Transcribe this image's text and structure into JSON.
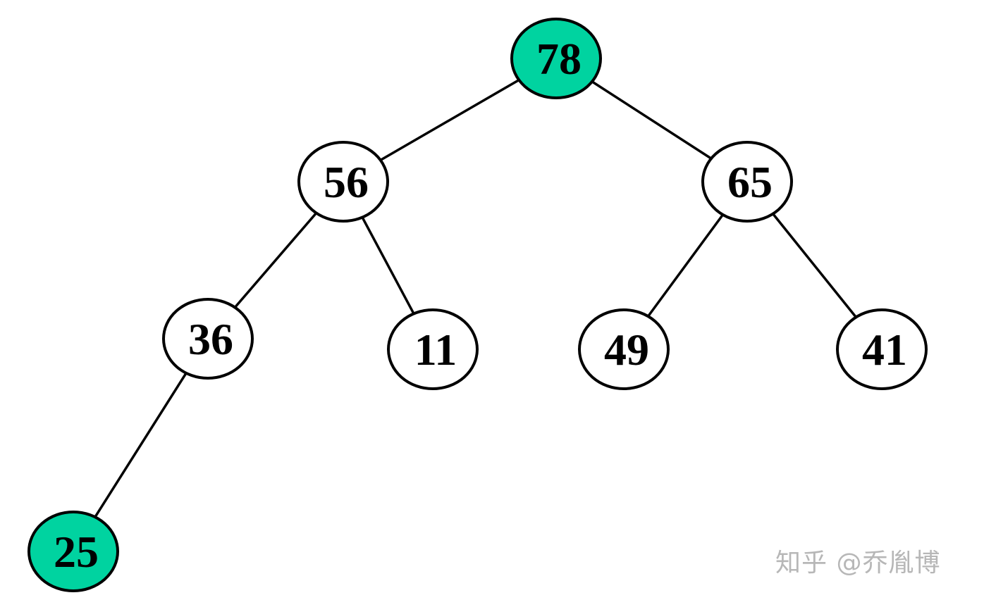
{
  "tree": {
    "nodes": [
      {
        "id": "n78",
        "label": "78",
        "highlighted": true
      },
      {
        "id": "n56",
        "label": "56",
        "highlighted": false
      },
      {
        "id": "n65",
        "label": "65",
        "highlighted": false
      },
      {
        "id": "n36",
        "label": "36",
        "highlighted": false
      },
      {
        "id": "n11",
        "label": "11",
        "highlighted": false
      },
      {
        "id": "n49",
        "label": "49",
        "highlighted": false
      },
      {
        "id": "n41",
        "label": "41",
        "highlighted": false
      },
      {
        "id": "n25",
        "label": "25",
        "highlighted": true
      }
    ],
    "edges": [
      [
        "n78",
        "n56"
      ],
      [
        "n78",
        "n65"
      ],
      [
        "n56",
        "n36"
      ],
      [
        "n56",
        "n11"
      ],
      [
        "n65",
        "n49"
      ],
      [
        "n65",
        "n41"
      ],
      [
        "n36",
        "n25"
      ]
    ]
  },
  "colors": {
    "highlight_fill": "#00D3A0",
    "node_fill": "#FFFFFF",
    "stroke": "#000000"
  },
  "watermark": {
    "text": "知乎 @乔胤博"
  }
}
